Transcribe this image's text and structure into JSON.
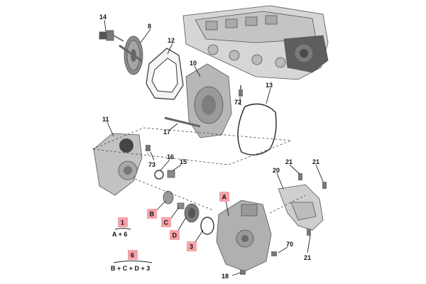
{
  "callouts": [
    {
      "id": "c14",
      "text": "14"
    },
    {
      "id": "c8",
      "text": "8"
    },
    {
      "id": "c12",
      "text": "12"
    },
    {
      "id": "c10",
      "text": "10"
    },
    {
      "id": "c72",
      "text": "72"
    },
    {
      "id": "c13",
      "text": "13"
    },
    {
      "id": "c11",
      "text": "11"
    },
    {
      "id": "c17",
      "text": "17"
    },
    {
      "id": "c73",
      "text": "73"
    },
    {
      "id": "c16",
      "text": "16"
    },
    {
      "id": "c15",
      "text": "15"
    },
    {
      "id": "c21a",
      "text": "21"
    },
    {
      "id": "c21b",
      "text": "21"
    },
    {
      "id": "c20",
      "text": "20"
    },
    {
      "id": "c70",
      "text": "70"
    },
    {
      "id": "c21c",
      "text": "21"
    },
    {
      "id": "c18",
      "text": "18"
    }
  ],
  "highlight_labels": {
    "A": "A",
    "B": "B",
    "C": "C",
    "D": "D",
    "three": "3"
  },
  "legend": {
    "item1": {
      "box": "1",
      "formula": "A + 6"
    },
    "item6": {
      "box": "6",
      "formula": "B + C + D + 3"
    }
  },
  "colors": {
    "highlight_fill": "#f4a3a8",
    "part_grey": "#bdbdbd",
    "part_dark": "#6e6e6e"
  }
}
